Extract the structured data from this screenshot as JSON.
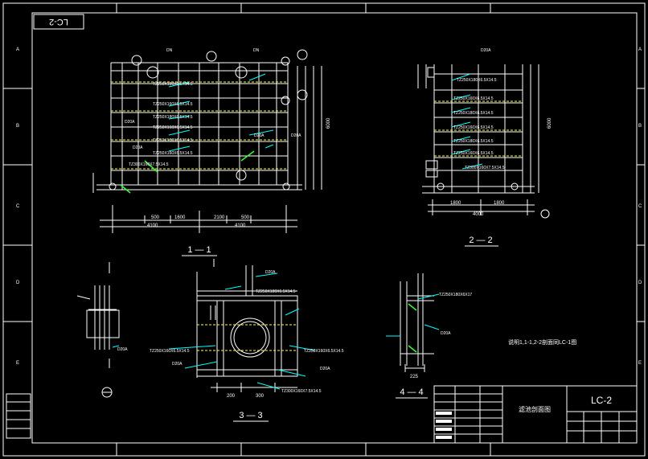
{
  "sheet": {
    "rotated_id": "LC-2",
    "title_block_name": "滤池剖面图",
    "title_block_id": "LC-2"
  },
  "border": {
    "row_letters": [
      "A",
      "B",
      "C",
      "D",
      "E"
    ]
  },
  "views": {
    "view_1_1": "1 — 1",
    "view_2_2": "2 — 2",
    "view_3_3": "3 — 3",
    "view_4_4": "4 — 4"
  },
  "notes": {
    "center_note": "说明1,1-1,2-2剖面同LC-1图"
  },
  "dimensions": {
    "bottom_a": [
      "500",
      "1600",
      "2100",
      "500"
    ],
    "bottom_b": [
      "4100",
      "4100"
    ],
    "side_height": "6000",
    "ss_bottom": [
      "1800",
      "1800"
    ],
    "ss_total": "4000",
    "view33_dims": [
      "200",
      "300"
    ],
    "view44_dim": "225"
  },
  "labels": {
    "beam_a": "TZ250X180X6.5X14.5",
    "beam_b": "TZ250X160X6.5X14.5",
    "beam_c": "TZ300X160X7.5X14.5",
    "pipe": "D20A",
    "view33_top": "TZ250X180X6.5X14.5",
    "view44_beam": "TZ250X180X6X17",
    "dn": "DN"
  },
  "colors": {
    "line": "#ffffff",
    "accent": "#ffff33",
    "cyan": "#00ffff",
    "green": "#33ff33"
  }
}
